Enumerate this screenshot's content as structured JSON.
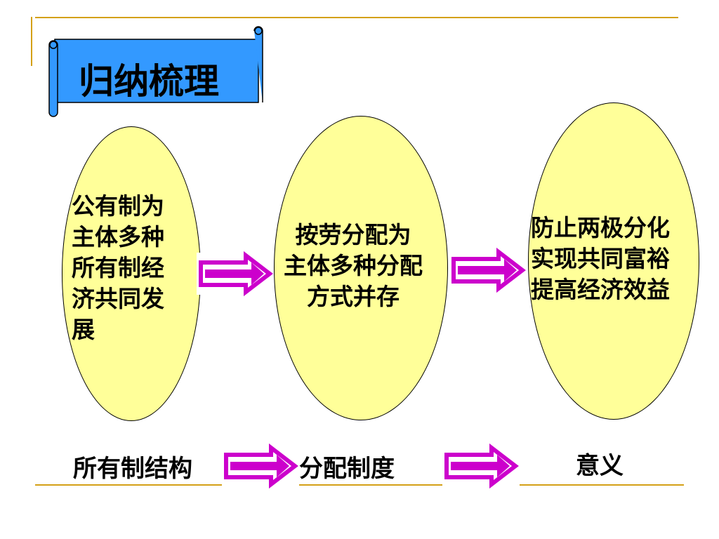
{
  "title": "归纳梳理",
  "nodes": [
    {
      "id": "ownership",
      "text": "公有制为\n主体多种\n所有制经\n济共同发\n展"
    },
    {
      "id": "distribution",
      "text": "按劳分配为\n主体多种分配\n方式并存"
    },
    {
      "id": "significance",
      "text": "防止两极分化\n实现共同富裕\n提高经济效益"
    }
  ],
  "bottom_labels": {
    "ownership": "所有制结构",
    "distribution": "分配制度",
    "significance": "意义"
  },
  "colors": {
    "ellipse_fill": "#ffff99",
    "banner_fill": "#3399ff",
    "arrow": "#cc00cc",
    "rule": "#d4a017"
  },
  "icons": [
    "scroll-banner",
    "arrow-right-icon"
  ]
}
